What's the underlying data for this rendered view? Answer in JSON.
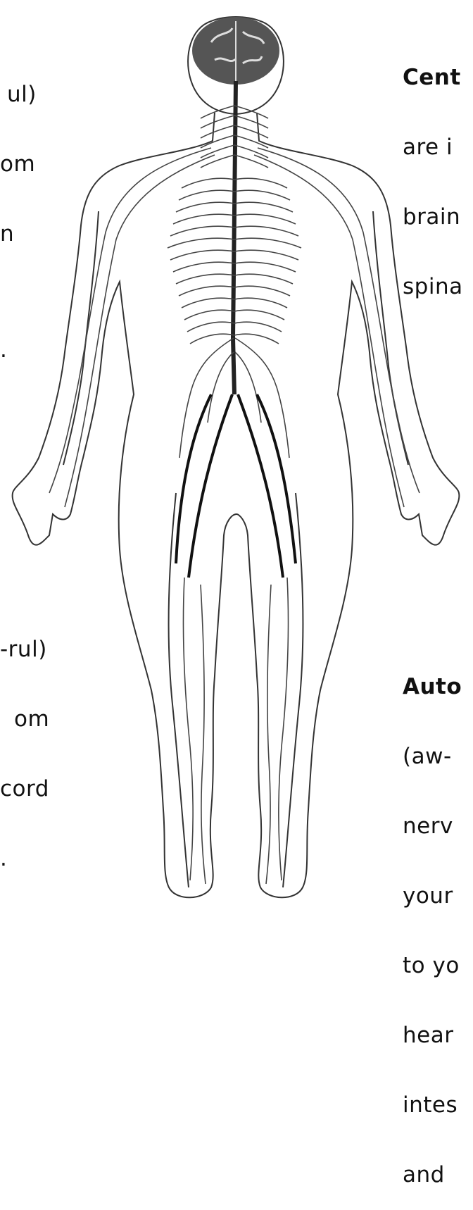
{
  "left_top_fragment": [
    "ul)",
    "om",
    "n",
    "",
    "."
  ],
  "left_bottom_fragment": [
    "-rul)",
    "om",
    "cord",
    "."
  ],
  "central_label": {
    "title": "Cent",
    "lines": [
      "are i",
      "brain",
      "spina"
    ]
  },
  "autonomic_label": {
    "title": "Auto",
    "lines": [
      "(aw-",
      "nerv",
      "your",
      "to yo",
      "hear",
      "intes",
      "and"
    ]
  },
  "colors": {
    "ink": "#111111",
    "nerve": "#444444",
    "brain": "#555555"
  }
}
